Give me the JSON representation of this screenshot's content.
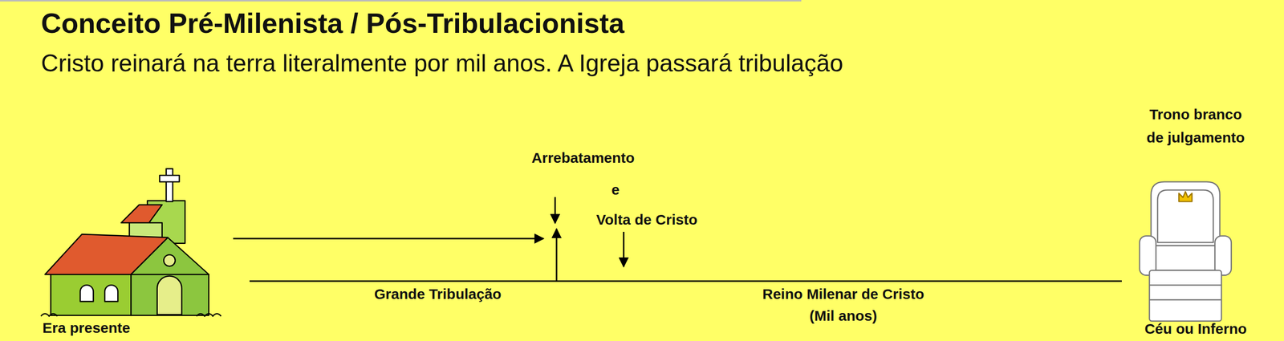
{
  "diagram": {
    "title": "Conceito Pré-Milenista / Pós-Tribulacionista",
    "labels": [
      "Cristo reinará na terra literalmente por mil anos. A Igreja passará tribulação",
      "Arrebatamento",
      "e",
      "Volta de Cristo",
      "Grande Tribulação",
      "Reino Milenar de Cristo",
      "(Mil anos)",
      "Trono branco",
      "de julgamento",
      "Era presente",
      "Céu ou Inferno"
    ]
  }
}
